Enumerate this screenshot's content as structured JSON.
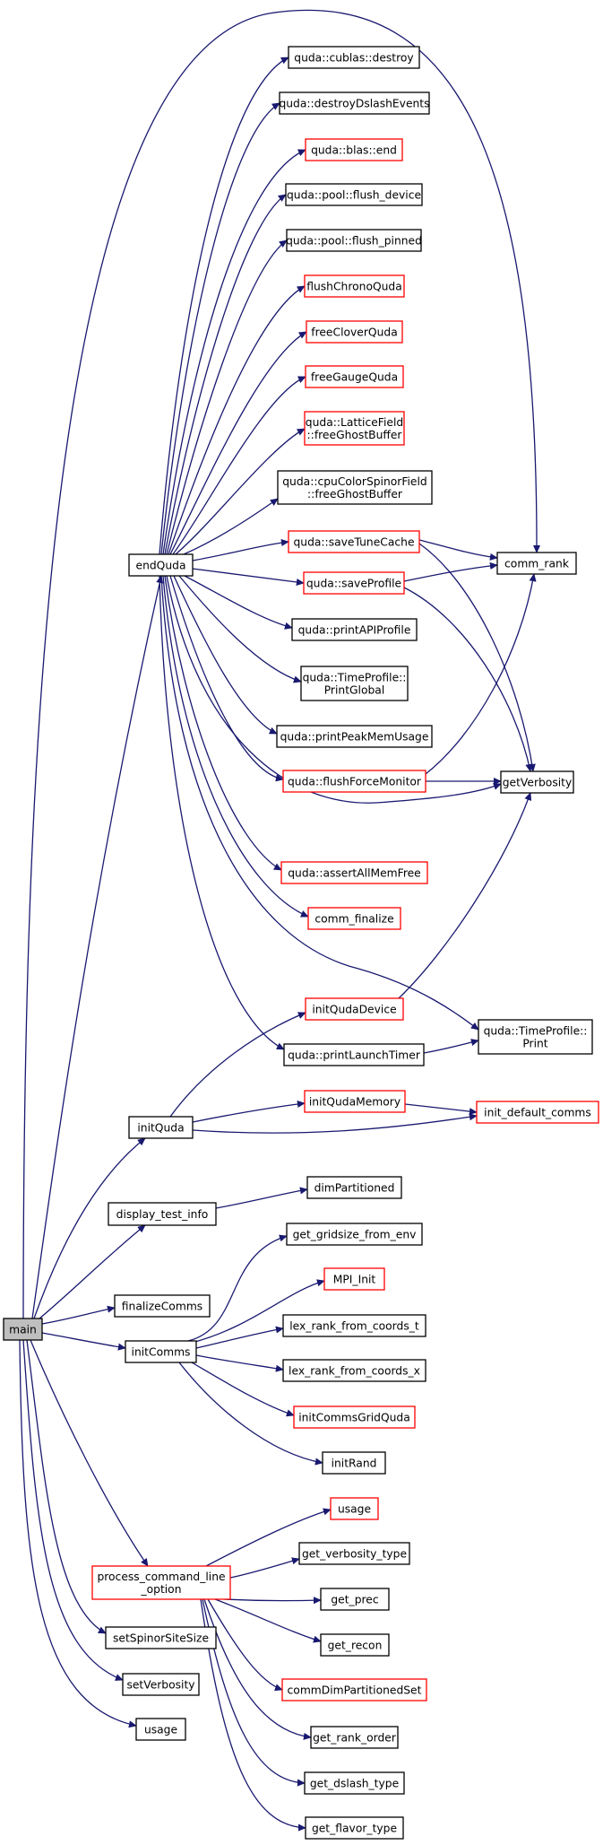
{
  "colors": {
    "edge": "#191970",
    "border_default": "#000000",
    "border_red": "#ff0000",
    "fill_default": "#ffffff",
    "fill_root": "#bfbfbf"
  },
  "nodes": [
    {
      "id": "main",
      "lines": [
        "main"
      ],
      "style": "root"
    },
    {
      "id": "endQuda",
      "lines": [
        "endQuda"
      ],
      "style": "default"
    },
    {
      "id": "initQuda",
      "lines": [
        "initQuda"
      ],
      "style": "default"
    },
    {
      "id": "display_test_info",
      "lines": [
        "display_test_info"
      ],
      "style": "default"
    },
    {
      "id": "finalizeComms",
      "lines": [
        "finalizeComms"
      ],
      "style": "default"
    },
    {
      "id": "initComms",
      "lines": [
        "initComms"
      ],
      "style": "default"
    },
    {
      "id": "process_command_line_option",
      "lines": [
        "process_command_line",
        "_option"
      ],
      "style": "red"
    },
    {
      "id": "setSpinorSiteSize",
      "lines": [
        "setSpinorSiteSize"
      ],
      "style": "default"
    },
    {
      "id": "setVerbosity",
      "lines": [
        "setVerbosity"
      ],
      "style": "default"
    },
    {
      "id": "usage_main",
      "lines": [
        "usage"
      ],
      "style": "default"
    },
    {
      "id": "cublas_destroy",
      "lines": [
        "quda::cublas::destroy"
      ],
      "style": "default"
    },
    {
      "id": "destroyDslashEvents",
      "lines": [
        "quda::destroyDslashEvents"
      ],
      "style": "default"
    },
    {
      "id": "blas_end",
      "lines": [
        "quda::blas::end"
      ],
      "style": "red"
    },
    {
      "id": "pool_flush_device",
      "lines": [
        "quda::pool::flush_device"
      ],
      "style": "default"
    },
    {
      "id": "pool_flush_pinned",
      "lines": [
        "quda::pool::flush_pinned"
      ],
      "style": "default"
    },
    {
      "id": "flushChronoQuda",
      "lines": [
        "flushChronoQuda"
      ],
      "style": "red"
    },
    {
      "id": "freeCloverQuda",
      "lines": [
        "freeCloverQuda"
      ],
      "style": "red"
    },
    {
      "id": "freeGaugeQuda",
      "lines": [
        "freeGaugeQuda"
      ],
      "style": "red"
    },
    {
      "id": "latticefield_freeghost",
      "lines": [
        "quda::LatticeField",
        "::freeGhostBuffer"
      ],
      "style": "red"
    },
    {
      "id": "cpucolor_freeghost",
      "lines": [
        "quda::cpuColorSpinorField",
        "::freeGhostBuffer"
      ],
      "style": "default"
    },
    {
      "id": "saveTuneCache",
      "lines": [
        "quda::saveTuneCache"
      ],
      "style": "red"
    },
    {
      "id": "saveProfile",
      "lines": [
        "quda::saveProfile"
      ],
      "style": "red"
    },
    {
      "id": "printAPIProfile",
      "lines": [
        "quda::printAPIProfile"
      ],
      "style": "default"
    },
    {
      "id": "timeprofile_printglobal",
      "lines": [
        "quda::TimeProfile::",
        "PrintGlobal"
      ],
      "style": "default"
    },
    {
      "id": "printPeakMemUsage",
      "lines": [
        "quda::printPeakMemUsage"
      ],
      "style": "default"
    },
    {
      "id": "flushForceMonitor",
      "lines": [
        "quda::flushForceMonitor"
      ],
      "style": "red"
    },
    {
      "id": "assertAllMemFree",
      "lines": [
        "quda::assertAllMemFree"
      ],
      "style": "red"
    },
    {
      "id": "comm_finalize",
      "lines": [
        "comm_finalize"
      ],
      "style": "red"
    },
    {
      "id": "initQudaDevice",
      "lines": [
        "initQudaDevice"
      ],
      "style": "red"
    },
    {
      "id": "printLaunchTimer",
      "lines": [
        "quda::printLaunchTimer"
      ],
      "style": "default"
    },
    {
      "id": "initQudaMemory",
      "lines": [
        "initQudaMemory"
      ],
      "style": "red"
    },
    {
      "id": "dimPartitioned",
      "lines": [
        "dimPartitioned"
      ],
      "style": "default"
    },
    {
      "id": "get_gridsize_from_env",
      "lines": [
        "get_gridsize_from_env"
      ],
      "style": "default"
    },
    {
      "id": "MPI_Init",
      "lines": [
        "MPI_Init"
      ],
      "style": "red"
    },
    {
      "id": "lex_rank_t",
      "lines": [
        "lex_rank_from_coords_t"
      ],
      "style": "default"
    },
    {
      "id": "lex_rank_x",
      "lines": [
        "lex_rank_from_coords_x"
      ],
      "style": "default"
    },
    {
      "id": "initCommsGridQuda",
      "lines": [
        "initCommsGridQuda"
      ],
      "style": "red"
    },
    {
      "id": "initRand",
      "lines": [
        "initRand"
      ],
      "style": "default"
    },
    {
      "id": "usage_pcl",
      "lines": [
        "usage"
      ],
      "style": "red"
    },
    {
      "id": "get_verbosity_type",
      "lines": [
        "get_verbosity_type"
      ],
      "style": "default"
    },
    {
      "id": "get_prec",
      "lines": [
        "get_prec"
      ],
      "style": "default"
    },
    {
      "id": "get_recon",
      "lines": [
        "get_recon"
      ],
      "style": "default"
    },
    {
      "id": "commDimPartitionedSet",
      "lines": [
        "commDimPartitionedSet"
      ],
      "style": "red"
    },
    {
      "id": "get_rank_order",
      "lines": [
        "get_rank_order"
      ],
      "style": "default"
    },
    {
      "id": "get_dslash_type",
      "lines": [
        "get_dslash_type"
      ],
      "style": "default"
    },
    {
      "id": "get_flavor_type",
      "lines": [
        "get_flavor_type"
      ],
      "style": "default"
    },
    {
      "id": "comm_rank",
      "lines": [
        "comm_rank"
      ],
      "style": "default"
    },
    {
      "id": "getVerbosity",
      "lines": [
        "getVerbosity"
      ],
      "style": "default"
    },
    {
      "id": "timeprofile_print",
      "lines": [
        "quda::TimeProfile::",
        "Print"
      ],
      "style": "default"
    },
    {
      "id": "init_default_comms",
      "lines": [
        "init_default_comms"
      ],
      "style": "red"
    }
  ],
  "edges": [
    {
      "from": "main",
      "to": "endQuda"
    },
    {
      "from": "main",
      "to": "comm_rank"
    },
    {
      "from": "main",
      "to": "initQuda"
    },
    {
      "from": "main",
      "to": "display_test_info"
    },
    {
      "from": "main",
      "to": "finalizeComms"
    },
    {
      "from": "main",
      "to": "initComms"
    },
    {
      "from": "main",
      "to": "process_command_line_option"
    },
    {
      "from": "main",
      "to": "setSpinorSiteSize"
    },
    {
      "from": "main",
      "to": "setVerbosity"
    },
    {
      "from": "main",
      "to": "usage_main"
    },
    {
      "from": "endQuda",
      "to": "cublas_destroy"
    },
    {
      "from": "endQuda",
      "to": "destroyDslashEvents"
    },
    {
      "from": "endQuda",
      "to": "blas_end"
    },
    {
      "from": "endQuda",
      "to": "pool_flush_device"
    },
    {
      "from": "endQuda",
      "to": "pool_flush_pinned"
    },
    {
      "from": "endQuda",
      "to": "flushChronoQuda"
    },
    {
      "from": "endQuda",
      "to": "freeCloverQuda"
    },
    {
      "from": "endQuda",
      "to": "freeGaugeQuda"
    },
    {
      "from": "endQuda",
      "to": "latticefield_freeghost"
    },
    {
      "from": "endQuda",
      "to": "cpucolor_freeghost"
    },
    {
      "from": "endQuda",
      "to": "saveTuneCache"
    },
    {
      "from": "endQuda",
      "to": "saveProfile"
    },
    {
      "from": "endQuda",
      "to": "printAPIProfile"
    },
    {
      "from": "endQuda",
      "to": "timeprofile_printglobal"
    },
    {
      "from": "endQuda",
      "to": "printPeakMemUsage"
    },
    {
      "from": "endQuda",
      "to": "flushForceMonitor"
    },
    {
      "from": "endQuda",
      "to": "getVerbosity"
    },
    {
      "from": "endQuda",
      "to": "assertAllMemFree"
    },
    {
      "from": "endQuda",
      "to": "comm_finalize"
    },
    {
      "from": "endQuda",
      "to": "timeprofile_print"
    },
    {
      "from": "endQuda",
      "to": "printLaunchTimer"
    },
    {
      "from": "saveTuneCache",
      "to": "comm_rank"
    },
    {
      "from": "saveTuneCache",
      "to": "getVerbosity"
    },
    {
      "from": "saveProfile",
      "to": "comm_rank"
    },
    {
      "from": "saveProfile",
      "to": "getVerbosity"
    },
    {
      "from": "flushForceMonitor",
      "to": "comm_rank"
    },
    {
      "from": "flushForceMonitor",
      "to": "getVerbosity"
    },
    {
      "from": "initQudaDevice",
      "to": "getVerbosity"
    },
    {
      "from": "printLaunchTimer",
      "to": "timeprofile_print"
    },
    {
      "from": "initQuda",
      "to": "initQudaDevice"
    },
    {
      "from": "initQuda",
      "to": "initQudaMemory"
    },
    {
      "from": "initQuda",
      "to": "init_default_comms"
    },
    {
      "from": "initQudaMemory",
      "to": "init_default_comms"
    },
    {
      "from": "display_test_info",
      "to": "dimPartitioned"
    },
    {
      "from": "initComms",
      "to": "get_gridsize_from_env"
    },
    {
      "from": "initComms",
      "to": "MPI_Init"
    },
    {
      "from": "initComms",
      "to": "lex_rank_t"
    },
    {
      "from": "initComms",
      "to": "lex_rank_x"
    },
    {
      "from": "initComms",
      "to": "initCommsGridQuda"
    },
    {
      "from": "initComms",
      "to": "initRand"
    },
    {
      "from": "process_command_line_option",
      "to": "usage_pcl"
    },
    {
      "from": "process_command_line_option",
      "to": "get_verbosity_type"
    },
    {
      "from": "process_command_line_option",
      "to": "get_prec"
    },
    {
      "from": "process_command_line_option",
      "to": "get_recon"
    },
    {
      "from": "process_command_line_option",
      "to": "commDimPartitionedSet"
    },
    {
      "from": "process_command_line_option",
      "to": "get_rank_order"
    },
    {
      "from": "process_command_line_option",
      "to": "get_dslash_type"
    },
    {
      "from": "process_command_line_option",
      "to": "get_flavor_type"
    }
  ]
}
